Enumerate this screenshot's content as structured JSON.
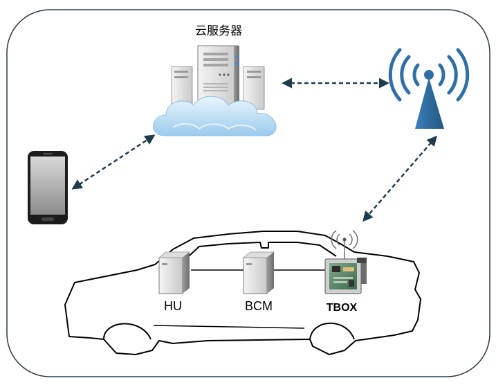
{
  "labels": {
    "cloud_server": "云服务器",
    "hu": "HU",
    "bcm": "BCM",
    "tbox": "TBOX"
  },
  "icons": {
    "cloud": "cloud-server-icon",
    "tower": "wireless-tower-icon",
    "phone": "smartphone-icon",
    "hu_unit": "server-unit-icon",
    "bcm_unit": "server-unit-icon",
    "tbox_module": "circuit-module-icon",
    "tbox_antenna": "antenna-signal-icon"
  },
  "colors": {
    "link": "#1f3b4d",
    "tower_blue": "#2f6fa6",
    "cloud_blue": "#a9d3f2",
    "frame": "#2b3a42"
  }
}
